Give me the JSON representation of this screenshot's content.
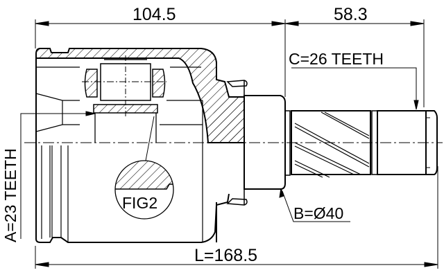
{
  "drawing": {
    "subject": "CV joint inner (technical drawing)",
    "dimensions": {
      "joint_length": "104.5",
      "shaft_length": "58.3",
      "overall_length": "L=168.5"
    },
    "callouts": {
      "inner_spline": "A=23 TEETH",
      "outer_spline": "C=26 TEETH",
      "seal_diameter": "B=Ø40",
      "detail_figure": "FIG2"
    },
    "colors": {
      "line": "#000000",
      "background": "#ffffff"
    }
  }
}
